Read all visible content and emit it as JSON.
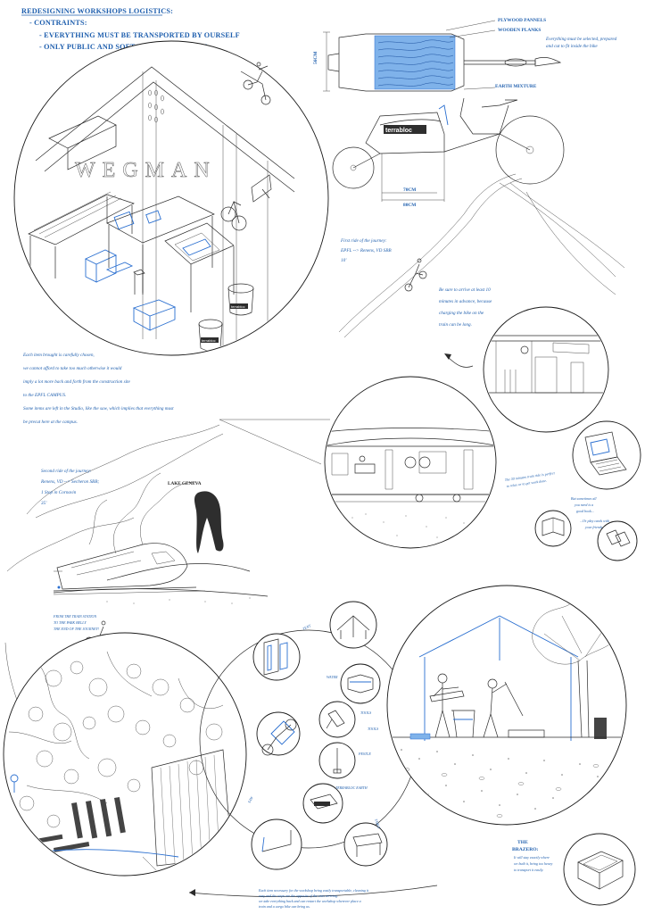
{
  "header": {
    "title": "REDESIGNING WORKSHOPS LOGISTICS:",
    "constraints_label": "- CONTRAINTS:",
    "constraint_1": "- EVERYTHING MUST BE TRANSPORTED BY OURSELF",
    "constraint_2": "- ONLY PUBLIC AND SOFT TRANSPORTATION"
  },
  "bike_diagram": {
    "label_plywood": "PLYWOOD PANNELS",
    "label_planks": "WOODEN PLANKS",
    "label_earth": "EARTH MIXTURE",
    "dim_height": "56CM",
    "dim_70": "70CM",
    "dim_80": "80CM",
    "brand": "terrabloc",
    "note": [
      "Everything must be selected, prepared",
      "and cut to fit inside the bike"
    ]
  },
  "studio": {
    "sign": "WEGMAN",
    "brand": "terrabloc",
    "note": [
      "Each item brought is carefully chosen,",
      "we cannot afford to take too much otherwise it would",
      "imply a lot more back and forth from the construction site",
      "to the EPFL CAMPUS.",
      "Some items are left in the Studio, like the saw, which implies that everything must",
      "be precut here at the campus."
    ]
  },
  "journey1": {
    "lines": [
      "First ride of the journey:",
      "EPFL --> Renens, VD SBB",
      "10'"
    ],
    "advice": [
      "Be sure to arrive at least 10",
      "minutes in advance, because",
      "charging the bike on the",
      "train can be long."
    ]
  },
  "journey2": {
    "lines": [
      "Second ride of the journey:",
      "Renens, VD --> Secheron SBB;",
      "1 Stop in Cornavin",
      "35'"
    ],
    "lake": "LAKE GENEVA"
  },
  "train": {
    "note": [
      "The 30 minutes train ride is perfect",
      "to relax or to get work done."
    ],
    "book_note": [
      "But sometimes all",
      "you need is a",
      "good book..."
    ],
    "cards_note": [
      "...Or play cards with",
      "your friends"
    ]
  },
  "arrival": {
    "note": [
      "FROM THE TRAIN STATION",
      "TO THE PARK BELLY",
      "THE END OF THE JOURNEY!"
    ]
  },
  "tools": {
    "labels": [
      "TENT",
      "TOOLS",
      "TOOLS",
      "PESTLE",
      "TERRABLOC EARTH",
      "TABLE",
      "WATER",
      "SAW"
    ]
  },
  "site": {
    "title": [
      "THE",
      "BRAZERO:"
    ],
    "note": [
      "It will stay exactly where",
      "we built it, being too heavy",
      "to transport it easily."
    ]
  },
  "footer": {
    "note": [
      "Each item necessary for the workshop being easily transportable, cleaning it",
      "easy and the steps are the opposite of the ones arriving.",
      "we take everything back and can restart the workshop wherever place a",
      "train and a cargo bike can bring us."
    ]
  }
}
